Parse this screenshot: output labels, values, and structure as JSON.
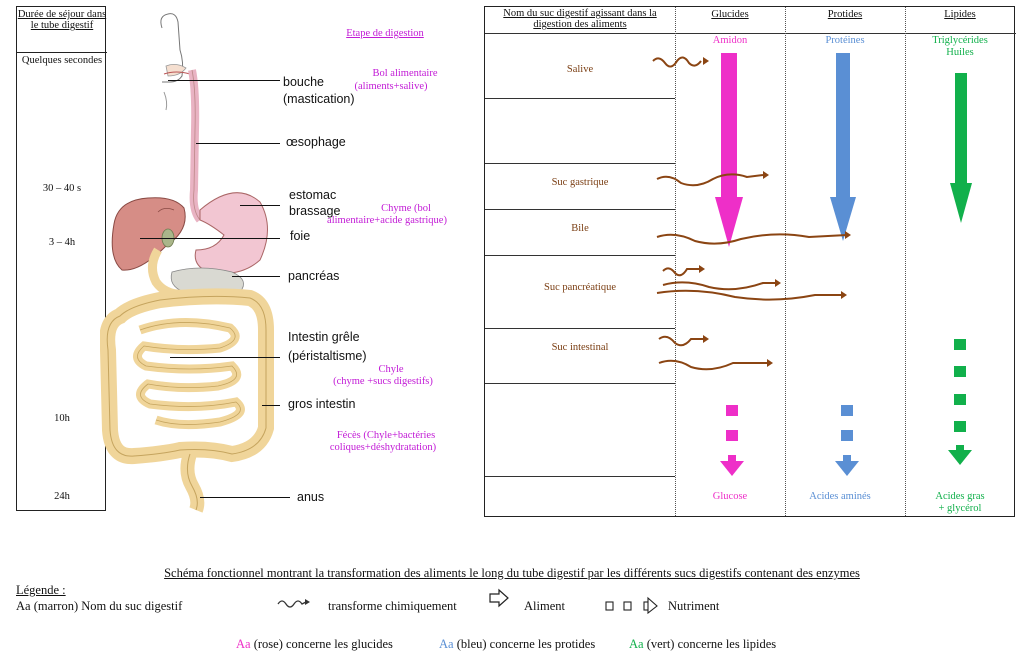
{
  "time_column": {
    "header": "Durée de séjour dans le tube digestif",
    "labels": [
      "Quelques secondes",
      "30 – 40 s",
      "3 – 4h",
      "10h",
      "24h"
    ]
  },
  "anatomy": {
    "stage_title": "Etape de digestion",
    "organs": [
      "bouche",
      "(mastication)",
      "œsophage",
      "estomac",
      "brassage",
      "foie",
      "pancréas",
      "Intestin grêle",
      "(péristaltisme)",
      "gros intestin",
      "anus"
    ],
    "stages": {
      "bol_title": "Bol alimentaire",
      "bol_sub": "(aliments+salive)",
      "chyme_title": "Chyme (bol",
      "chyme_sub": "alimentaire+acide gastrique)",
      "chyle_title": "Chyle",
      "chyle_sub": "(chyme +sucs digestifs)",
      "feces_title": "Fécès (Chyle+bactéries",
      "feces_sub": "coliques+déshydratation)"
    }
  },
  "table": {
    "juice_header": "Nom du suc digestif agissant dans la digestion des aliments",
    "columns": [
      "Glucides",
      "Protides",
      "Lipides"
    ],
    "juices": [
      "Salive",
      "Suc gastrique",
      "Bile",
      "Suc pancréatique",
      "Suc intestinal"
    ],
    "aliments": {
      "glucides": "Amidon",
      "protides": "Protéines",
      "lipides_1": "Triglycérides",
      "lipides_2": "Huiles"
    },
    "nutriments": {
      "glucides": "Glucose",
      "protides": "Acides aminés",
      "lipides_1": "Acides gras",
      "lipides_2": "+ glycérol"
    }
  },
  "caption": "Schéma fonctionnel montrant la transformation des aliments le long du tube digestif par les différents sucs digestifs contenant des enzymes",
  "legend": {
    "title": "Légende :",
    "item1": "Aa (marron) Nom du suc digestif",
    "item2": "transforme chimiquement",
    "item3": "Aliment",
    "item4": "Nutriment",
    "aa": "Aa",
    "pink_text": "(rose) concerne les glucides",
    "blue_text": "(bleu) concerne les protides",
    "green_text": "(vert) concerne les lipides"
  },
  "colors": {
    "pink": "#ee2fc8",
    "blue": "#5a8fd4",
    "green": "#11b04b",
    "brown": "#8b4513",
    "magenta_text": "#c21bd6"
  }
}
